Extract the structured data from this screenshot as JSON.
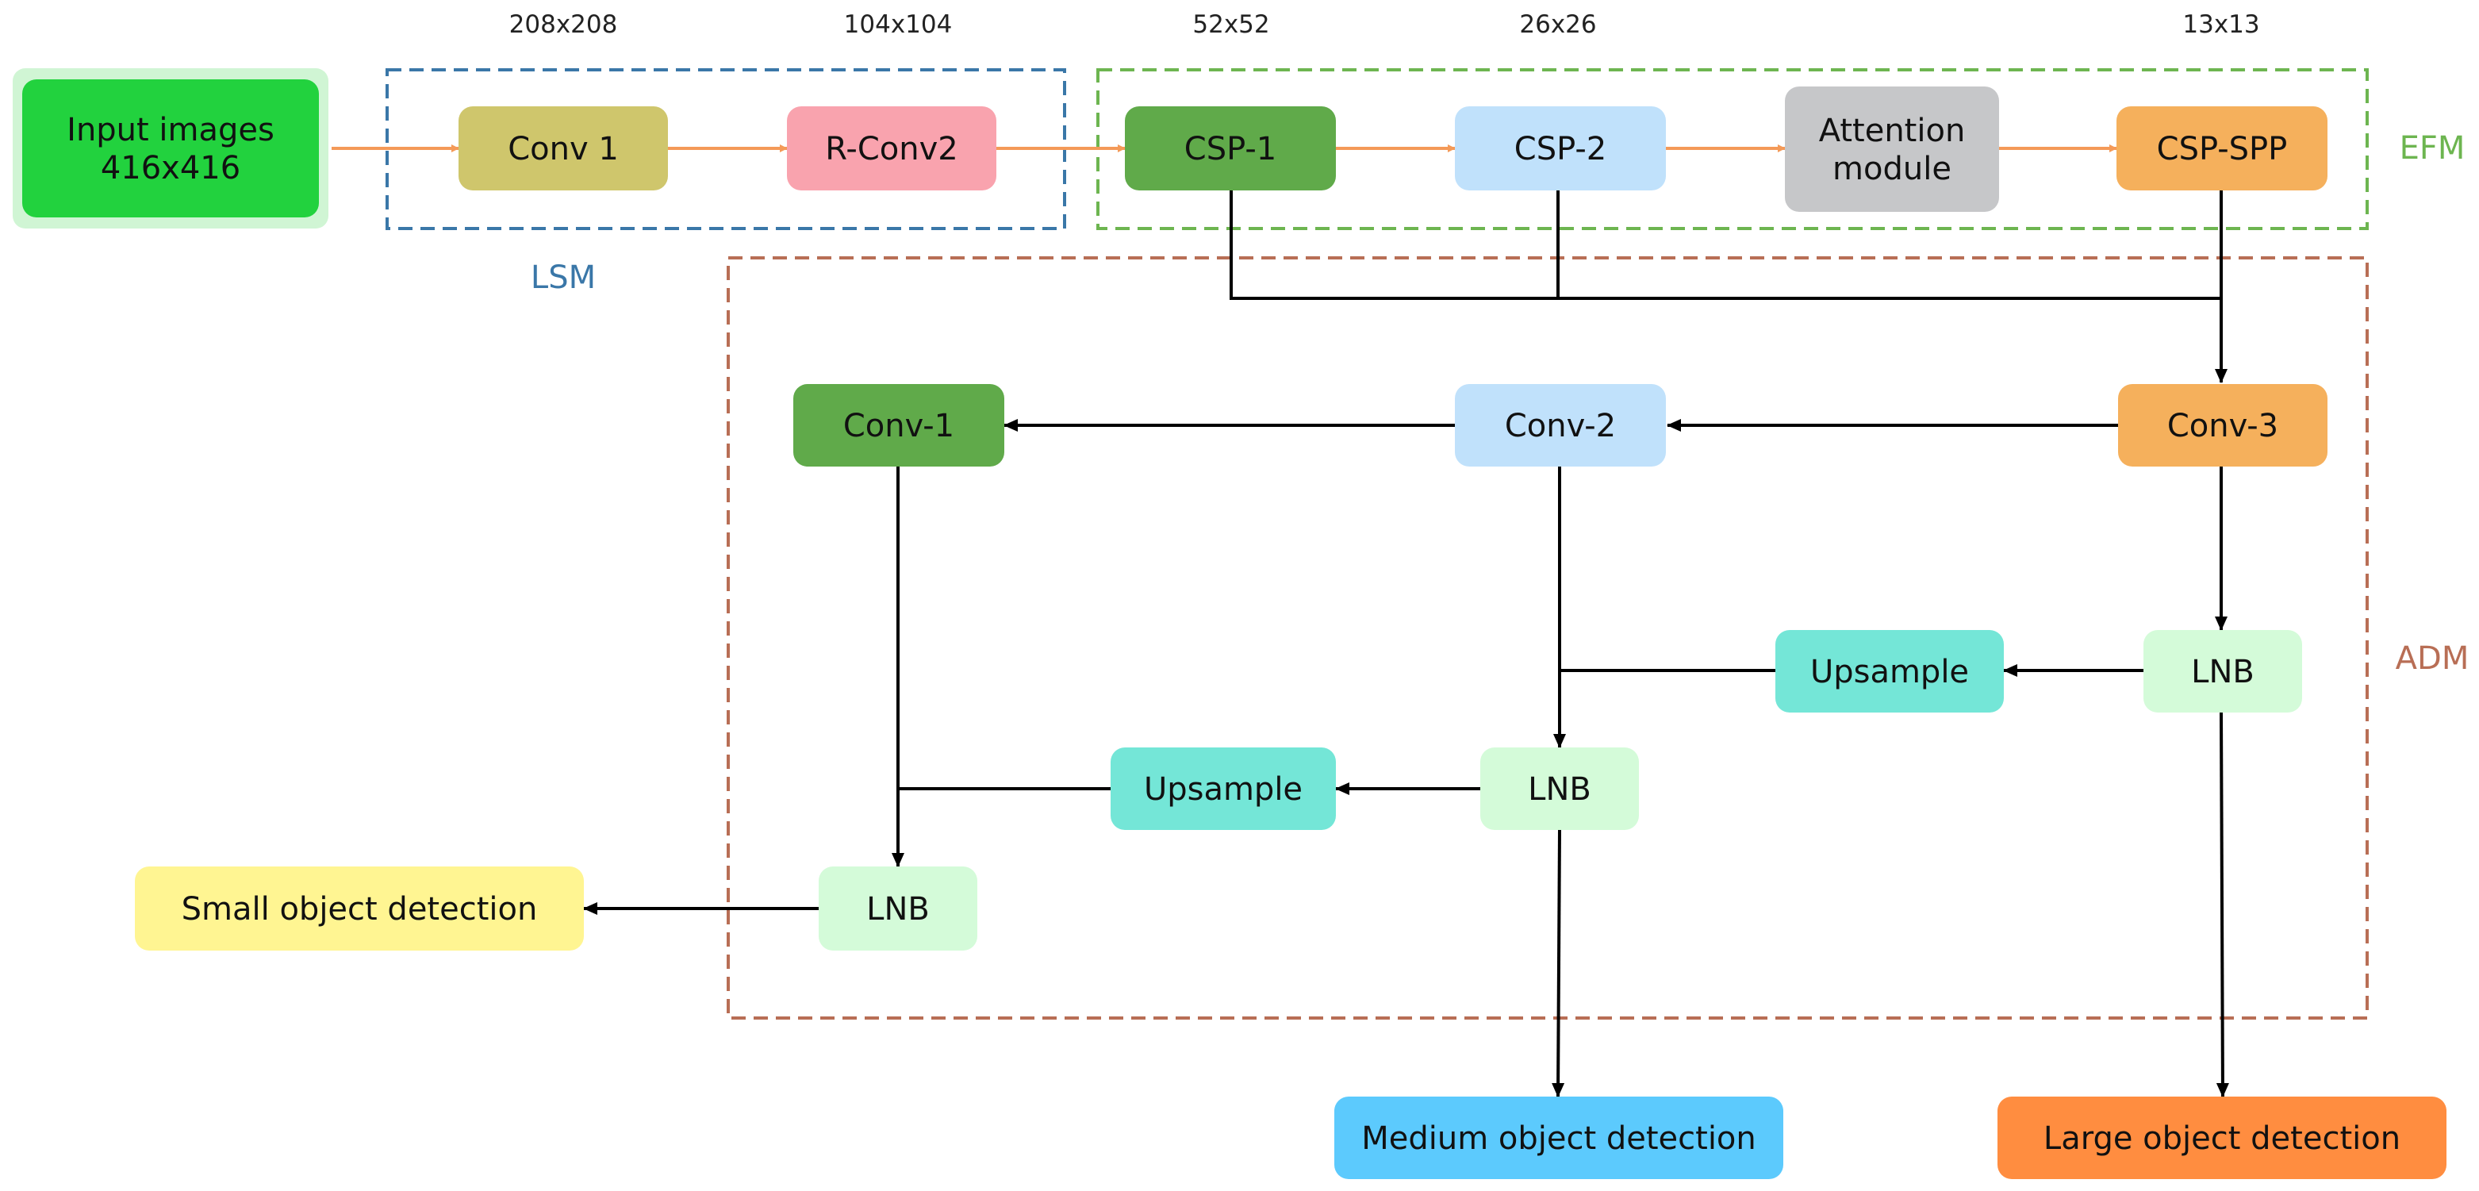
{
  "dimension_labels": [
    "208x208",
    "104x104",
    "52x52",
    "26x26",
    "13x13"
  ],
  "regions": {
    "lsm": {
      "label": "LSM",
      "color": "#3a77a8"
    },
    "efm": {
      "label": "EFM",
      "color": "#6db550"
    },
    "adm": {
      "label": "ADM",
      "color": "#b86e55"
    }
  },
  "nodes": {
    "input": {
      "lines": [
        "Input images",
        "416x416"
      ],
      "color": "#22d23e"
    },
    "conv1": {
      "lines": [
        "Conv 1"
      ],
      "color": "#cfc66c"
    },
    "rconv2": {
      "lines": [
        "R-Conv2"
      ],
      "color": "#f9a3ae"
    },
    "csp1": {
      "lines": [
        "CSP-1"
      ],
      "color": "#60aa4a"
    },
    "csp2": {
      "lines": [
        "CSP-2"
      ],
      "color": "#c0e1fb"
    },
    "attention": {
      "lines": [
        "Attention",
        "module"
      ],
      "color": "#c6c7c9"
    },
    "cspspp": {
      "lines": [
        "CSP-SPP"
      ],
      "color": "#f5b05c"
    },
    "conv_1": {
      "lines": [
        "Conv-1"
      ],
      "color": "#60aa4a"
    },
    "conv_2": {
      "lines": [
        "Conv-2"
      ],
      "color": "#c0e1fb"
    },
    "conv_3": {
      "lines": [
        "Conv-3"
      ],
      "color": "#f5b05c"
    },
    "upsample_a": {
      "lines": [
        "Upsample"
      ],
      "color": "#74e6d7"
    },
    "lnb_a": {
      "lines": [
        "LNB"
      ],
      "color": "#d4fbd9"
    },
    "upsample_b": {
      "lines": [
        "Upsample"
      ],
      "color": "#74e6d7"
    },
    "lnb_b": {
      "lines": [
        "LNB"
      ],
      "color": "#d4fbd9"
    },
    "lnb_c": {
      "lines": [
        "LNB"
      ],
      "color": "#d4fbd9"
    },
    "small": {
      "lines": [
        "Small object detection"
      ],
      "color": "#fff592"
    },
    "medium": {
      "lines": [
        "Medium object detection"
      ],
      "color": "#5ccafd"
    },
    "large": {
      "lines": [
        "Large object detection"
      ],
      "color": "#ff8d40"
    }
  },
  "edge_colors": {
    "main": "#f49a58",
    "inner": "#000000"
  }
}
